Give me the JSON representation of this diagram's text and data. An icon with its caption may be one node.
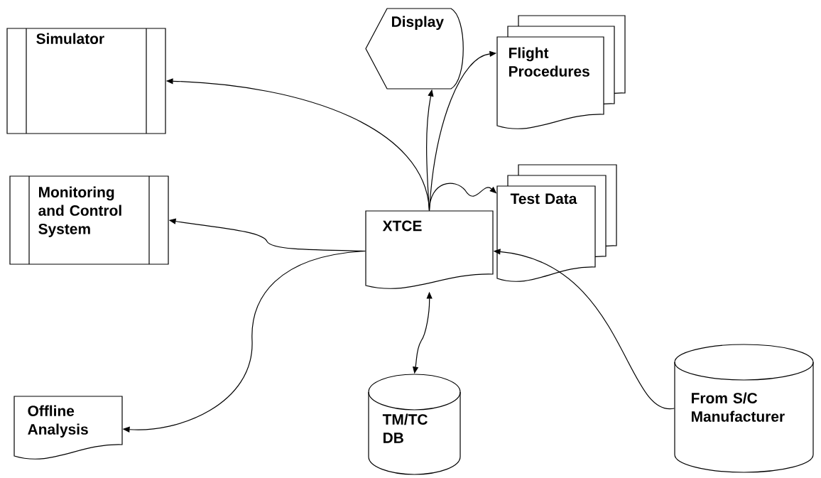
{
  "diagram": {
    "nodes": [
      {
        "text": [
          "Simulator"
        ]
      },
      {
        "text": [
          "Display"
        ]
      },
      {
        "text": [
          "Flight Procedures"
        ]
      },
      {
        "text": [
          "Monitoring and Control System"
        ]
      },
      {
        "text": [
          "Test Data"
        ]
      },
      {
        "text": [
          "XTCE"
        ]
      },
      {
        "text": [
          "Offline Analysis"
        ]
      },
      {
        "text": [
          "TM/TC DB"
        ]
      },
      {
        "text": [
          "From S/C Manufacturer"
        ]
      }
    ],
    "edges": [
      {
        "from": 5,
        "to": 0,
        "arrow": "to"
      },
      {
        "from": 5,
        "to": 1,
        "arrow": "to"
      },
      {
        "from": 5,
        "to": 2,
        "arrow": "to"
      },
      {
        "from": 5,
        "to": 4,
        "arrow": "to"
      },
      {
        "from": 5,
        "to": 3,
        "arrow": "to"
      },
      {
        "from": 5,
        "to": 6,
        "arrow": "to"
      },
      {
        "from": 5,
        "to": 7,
        "arrow": "both"
      },
      {
        "from": 8,
        "to": 5,
        "arrow": "to"
      }
    ]
  }
}
